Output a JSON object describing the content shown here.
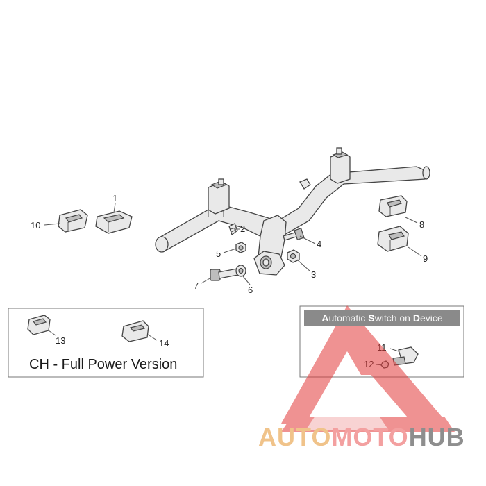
{
  "callouts": {
    "c1": "1",
    "c2": "2",
    "c3": "3",
    "c4": "4",
    "c5": "5",
    "c6": "6",
    "c7": "7",
    "c8": "8",
    "c9": "9",
    "c10": "10",
    "c11": "11",
    "c12": "12",
    "c13": "13",
    "c14": "14"
  },
  "left_box": {
    "caption": "CH - Full Power Version"
  },
  "right_box": {
    "header_parts": [
      "A",
      "utomatic ",
      "S",
      "witch on ",
      "D",
      "evice"
    ]
  },
  "watermark": {
    "part1": "AUTO",
    "part2": "MOTO",
    "part3": "HUB"
  },
  "colors": {
    "watermark_red": "#e23a3a",
    "watermark_orange": "#f0b060",
    "header_gray": "#8a8a8a"
  }
}
